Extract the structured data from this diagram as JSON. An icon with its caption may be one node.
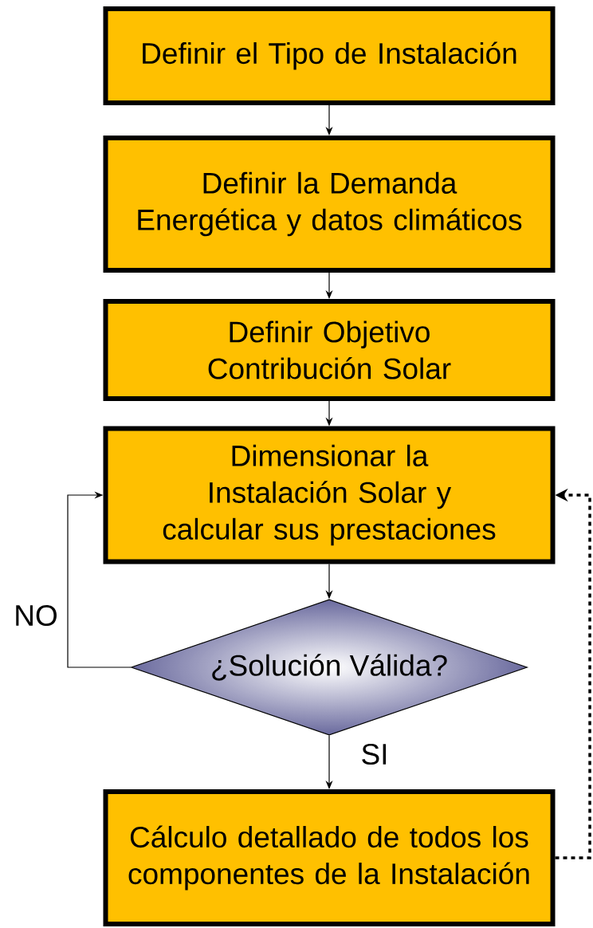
{
  "diagram": {
    "nodes": [
      {
        "text": [
          "Definir el Tipo de Instalación"
        ]
      },
      {
        "text": [
          "Definir la Demanda Energética y datos climáticos"
        ]
      },
      {
        "text": [
          "Definir Objetivo Contribución Solar"
        ]
      },
      {
        "text": [
          "Dimensionar la Instalación Solar y calcular sus prestaciones"
        ]
      },
      {
        "text": [
          "¿Solución Válida?"
        ]
      },
      {
        "text": [
          "Cálculo detallado de todos los componentes de la Instalación"
        ]
      }
    ],
    "edges": [
      {
        "from": 0,
        "to": 1,
        "arrow": "to"
      },
      {
        "from": 1,
        "to": 2,
        "arrow": "to"
      },
      {
        "from": 2,
        "to": 3,
        "arrow": "to"
      },
      {
        "from": 3,
        "to": 4,
        "arrow": "to"
      },
      {
        "from": 4,
        "to": 3,
        "arrow": "to",
        "label": "NO"
      },
      {
        "from": 4,
        "to": 5,
        "arrow": "to",
        "label": "SI"
      },
      {
        "from": 5,
        "to": 3,
        "arrow": "to",
        "style": "dashed"
      }
    ]
  }
}
